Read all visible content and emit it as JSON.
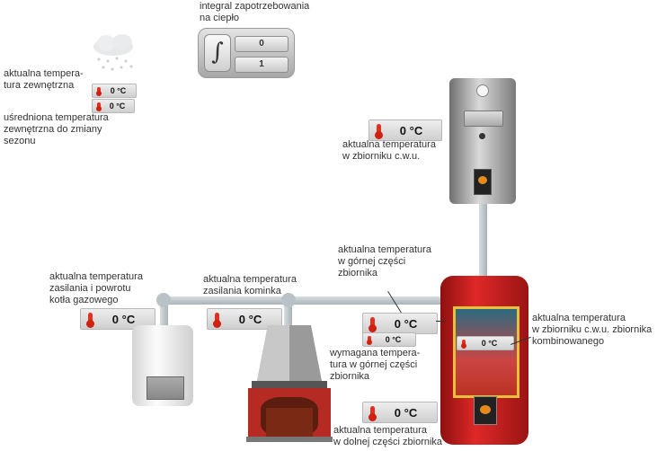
{
  "weather": {
    "outdoor_label": "aktualna tempera-\ntura zewnętrzna",
    "outdoor_value": "0 °C",
    "avg_label": "uśredniona temperatura\nzewnętrzna do zmiany\nsezonu",
    "avg_value": "0 °C",
    "icon": "cloud-snow-icon"
  },
  "integral": {
    "label": "integral zapotrzebowania\nna ciepło",
    "value_top": "0",
    "value_bottom": "1",
    "icon": "integral-icon"
  },
  "dhw_tank": {
    "label": "aktualna temperatura\nw zbiorniku c.w.u.",
    "value": "0 °C"
  },
  "boiler": {
    "label": "aktualna temperatura\nzasilania i powrotu\nkotła gazowego",
    "value": "0 °C"
  },
  "fireplace": {
    "label": "aktualna temperatura\nzasilania kominka",
    "value": "0 °C"
  },
  "buffer": {
    "top_label": "aktualna temperatura\nw górnej części\nzbiornika",
    "top_value": "0 °C",
    "required_label": "wymagana tempera-\ntura w górnej części\nzbiornika",
    "required_value": "0 °C",
    "combined_label": "aktualna temperatura\nw zbiorniku c.w.u. zbiornika\nkombinowanego",
    "combined_value": "0 °C",
    "bottom_label": "aktualna temperatura\nw dolnej części zbiornika",
    "bottom_value": "0 °C",
    "body_color": "#d81e1e"
  }
}
